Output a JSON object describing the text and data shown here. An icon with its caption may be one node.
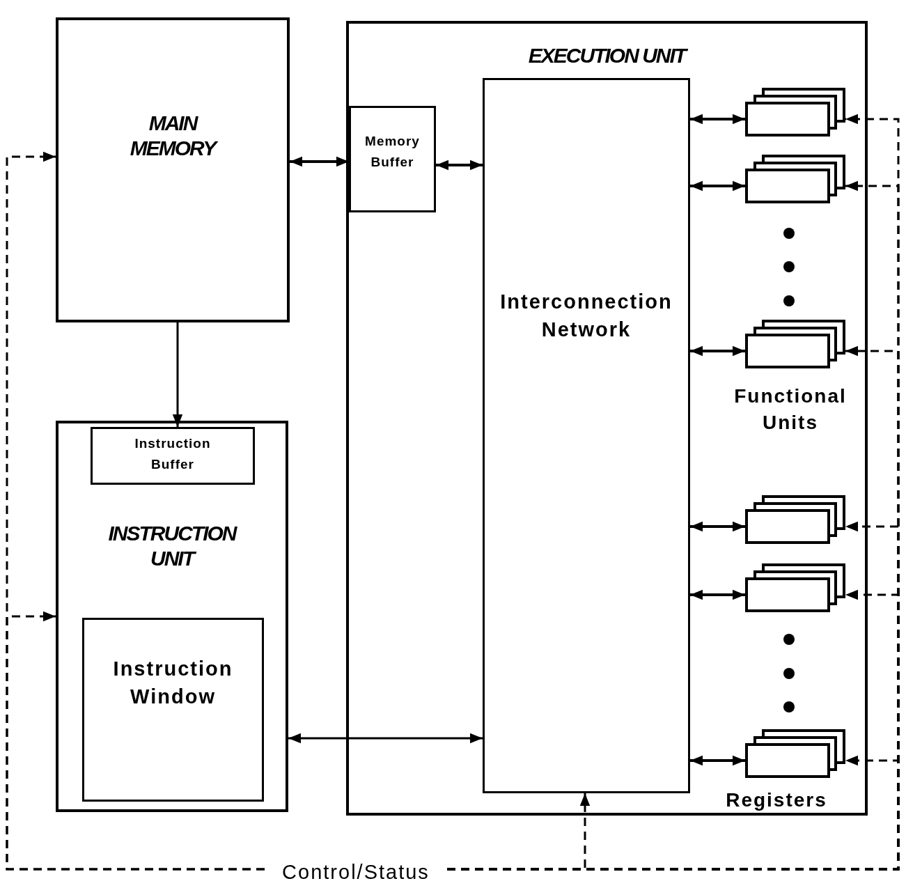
{
  "diagram": {
    "nodes": [
      {
        "text": [
          "MAIN MEMORY"
        ]
      },
      {
        "text": [
          "EXECUTION UNIT"
        ]
      },
      {
        "text": [
          "Memory Buffer"
        ],
        "in": 1
      },
      {
        "text": [
          "Interconnection Network"
        ],
        "in": 1
      },
      {
        "text": [],
        "shape": "box",
        "in": 1
      },
      {
        "text": [],
        "shape": "box",
        "in": 1
      },
      {
        "text": [],
        "shape": "box",
        "in": 1
      },
      {
        "text": [],
        "shape": "box",
        "in": 1
      },
      {
        "text": [],
        "shape": "box",
        "in": 1
      },
      {
        "text": [],
        "shape": "box",
        "in": 1
      },
      {
        "text": [
          "INSTRUCTION UNIT"
        ]
      },
      {
        "text": [
          "Instruction Buffer"
        ],
        "in": 10
      },
      {
        "text": [
          "Instruction Window"
        ],
        "in": 10
      },
      {
        "text": [
          "Control/Status"
        ]
      }
    ],
    "edges": [
      {
        "from": 0,
        "to": 2,
        "arrow": "both"
      },
      {
        "from": 2,
        "to": 3,
        "arrow": "both"
      },
      {
        "from": 0,
        "to": 11,
        "arrow": "to"
      },
      {
        "from": 10,
        "to": 3,
        "arrow": "both"
      },
      {
        "from": 3,
        "to": 4,
        "arrow": "both"
      },
      {
        "from": 3,
        "to": 5,
        "arrow": "both"
      },
      {
        "from": 3,
        "to": 6,
        "arrow": "both"
      },
      {
        "from": 3,
        "to": 7,
        "arrow": "both"
      },
      {
        "from": 3,
        "to": 8,
        "arrow": "both"
      },
      {
        "from": 3,
        "to": 9,
        "arrow": "both"
      },
      {
        "from": 13,
        "to": 0,
        "arrow": "to",
        "style": "dashed"
      },
      {
        "from": 13,
        "to": 10,
        "arrow": "to",
        "style": "dashed"
      },
      {
        "from": 13,
        "to": 3,
        "arrow": "to",
        "style": "dashed"
      },
      {
        "from": 13,
        "to": 4,
        "arrow": "to",
        "style": "dashed"
      },
      {
        "from": 13,
        "to": 5,
        "arrow": "to",
        "style": "dashed"
      },
      {
        "from": 13,
        "to": 6,
        "arrow": "to",
        "style": "dashed"
      },
      {
        "from": 13,
        "to": 7,
        "arrow": "to",
        "style": "dashed"
      },
      {
        "from": 13,
        "to": 8,
        "arrow": "to",
        "style": "dashed"
      },
      {
        "from": 13,
        "to": 9,
        "arrow": "to",
        "style": "dashed"
      }
    ],
    "labels": [
      "Functional Units",
      "Registers"
    ]
  }
}
